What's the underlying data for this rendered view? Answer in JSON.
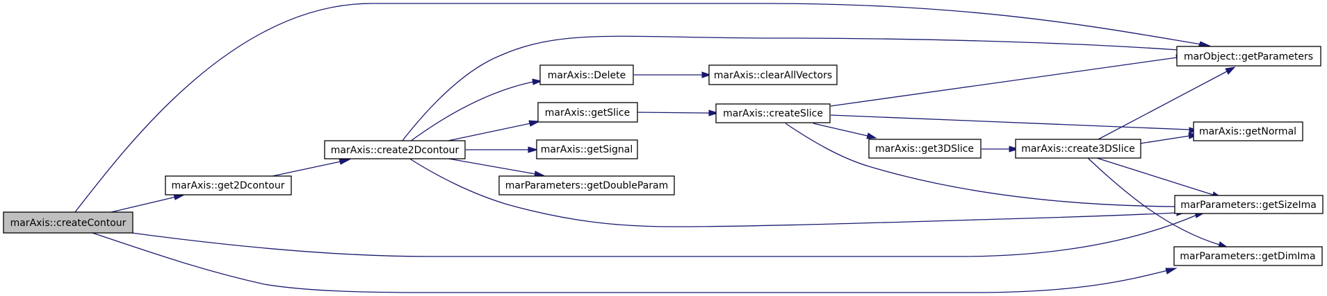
{
  "colors": {
    "edge": "#191970",
    "root_fill": "#bfbfbf",
    "node_fill": "#ffffff",
    "node_stroke": "#000000"
  },
  "nodes": {
    "createContour": "marAxis::createContour",
    "get2Dcontour": "marAxis::get2Dcontour",
    "create2Dcontour": "marAxis::create2Dcontour",
    "Delete": "marAxis::Delete",
    "getSlice": "marAxis::getSlice",
    "getSignal": "marAxis::getSignal",
    "getDoubleParam": "marParameters::getDoubleParam",
    "clearAllVectors": "marAxis::clearAllVectors",
    "createSlice": "marAxis::createSlice",
    "get3DSlice": "marAxis::get3DSlice",
    "create3DSlice": "marAxis::create3DSlice",
    "getParameters": "marObject::getParameters",
    "getNormal": "marAxis::getNormal",
    "getSizeIma": "marParameters::getSizeIma",
    "getDimIma": "marParameters::getDimIma"
  }
}
